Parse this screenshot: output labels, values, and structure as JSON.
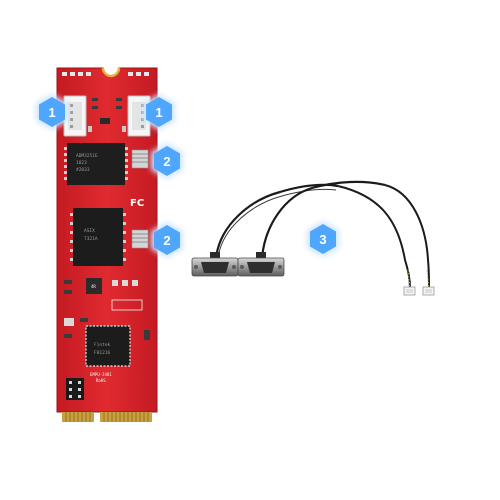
{
  "badges": {
    "b1_left": "1",
    "b1_right": "1",
    "b2_top": "2",
    "b2_bottom": "2",
    "b3": "3"
  },
  "colors": {
    "pcb": "#d8202a",
    "badge_fill": "#4fa6ff",
    "badge_glow": "#cfe6ff",
    "cable": "#1b1b1b"
  },
  "silkscreen": {
    "fcc_mark": "FC",
    "chip1": "ADM3251E",
    "chip2": "ASIX",
    "chip3": "Fintek",
    "rev": "EMPU-3401",
    "rohs": "RoHS"
  }
}
